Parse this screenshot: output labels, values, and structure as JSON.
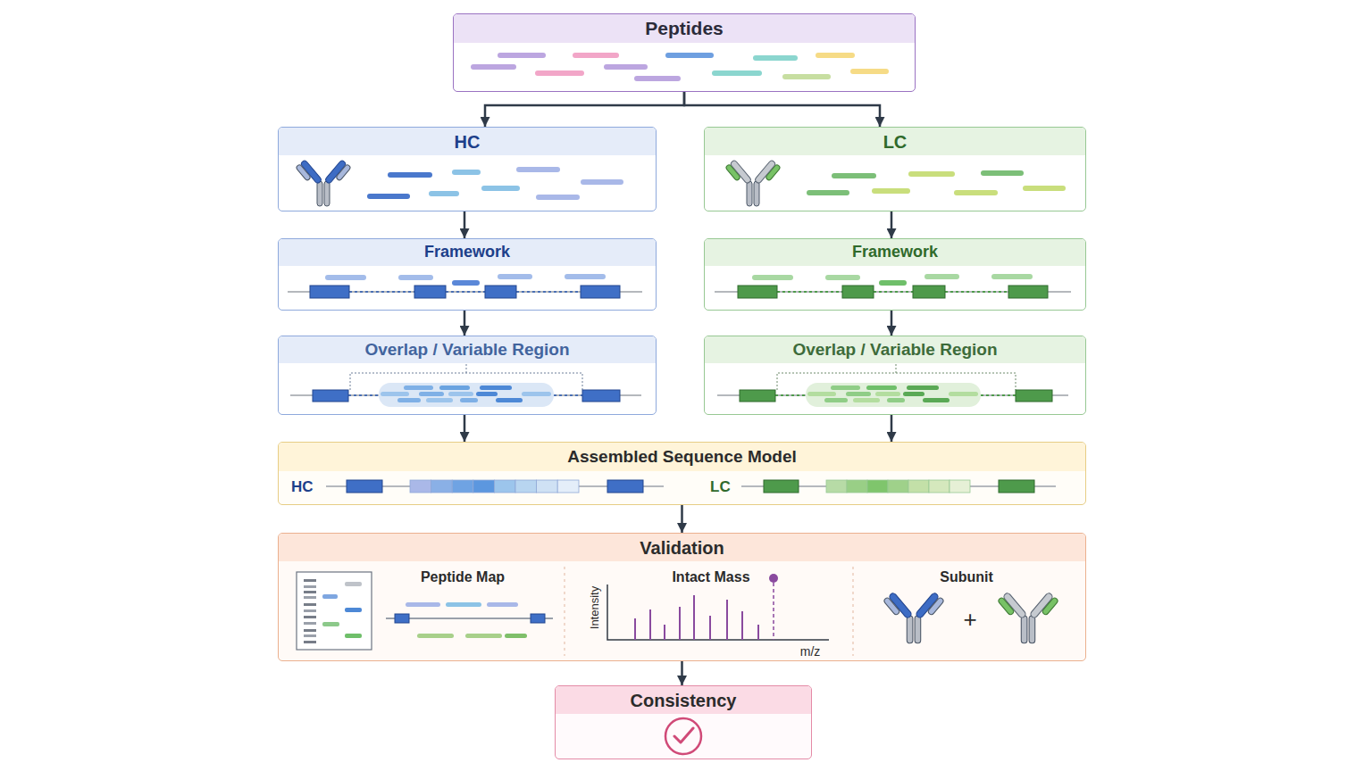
{
  "diagram": {
    "nodes": [
      {
        "text": [
          "Peptides"
        ]
      },
      {
        "text": [
          "HC"
        ]
      },
      {
        "text": [
          "LC"
        ]
      },
      {
        "text": [
          "Framework"
        ]
      },
      {
        "text": [
          "Framework"
        ]
      },
      {
        "text": [
          "Overlap / Variable Region"
        ]
      },
      {
        "text": [
          "Overlap / Variable Region"
        ]
      },
      {
        "text": [
          "Assembled Sequence Model",
          "HC",
          "LC"
        ]
      },
      {
        "text": [
          "Validation",
          "Peptide Map",
          "Intact Mass",
          "Subunit"
        ]
      },
      {
        "text": [
          "Consistency"
        ]
      }
    ],
    "edges": [
      {
        "from": 0,
        "to": 1,
        "arrow": "to"
      },
      {
        "from": 0,
        "to": 2,
        "arrow": "to"
      },
      {
        "from": 1,
        "to": 3,
        "arrow": "to"
      },
      {
        "from": 2,
        "to": 4,
        "arrow": "to"
      },
      {
        "from": 3,
        "to": 5,
        "arrow": "to"
      },
      {
        "from": 4,
        "to": 6,
        "arrow": "to"
      },
      {
        "from": 5,
        "to": 7,
        "arrow": "to"
      },
      {
        "from": 6,
        "to": 7,
        "arrow": "to"
      },
      {
        "from": 7,
        "to": 8,
        "arrow": "to"
      },
      {
        "from": 8,
        "to": 9,
        "arrow": "to"
      }
    ],
    "labels": [
      "Intensity",
      "m/z",
      "+"
    ]
  }
}
